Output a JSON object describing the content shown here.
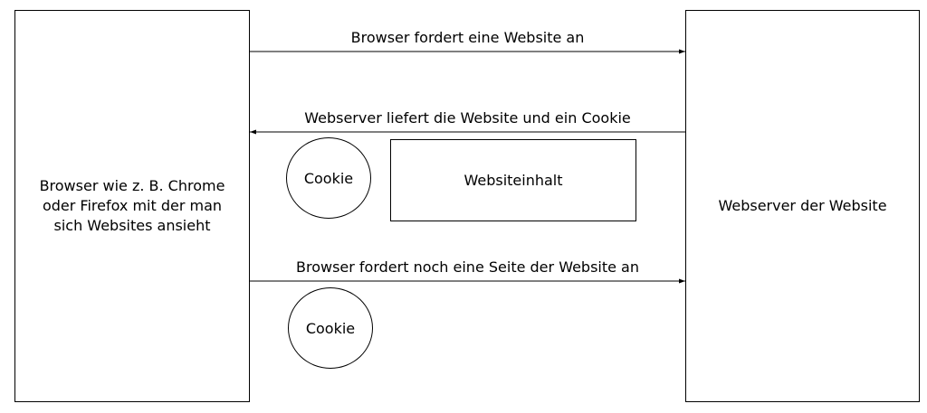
{
  "browser_box": {
    "label": "Browser wie z. B. Chrome oder Firefox mit der man sich Websites ansieht"
  },
  "server_box": {
    "label": "Webserver der Website"
  },
  "arrows": [
    {
      "label": "Browser fordert eine Website an",
      "direction": "right"
    },
    {
      "label": "Webserver liefert die Website und ein Cookie",
      "direction": "left"
    },
    {
      "label": "Browser fordert noch eine Seite der Website an",
      "direction": "right"
    }
  ],
  "cookie_response": {
    "label": "Cookie"
  },
  "cookie_request": {
    "label": "Cookie"
  },
  "content_box": {
    "label": "Websiteinhalt"
  }
}
